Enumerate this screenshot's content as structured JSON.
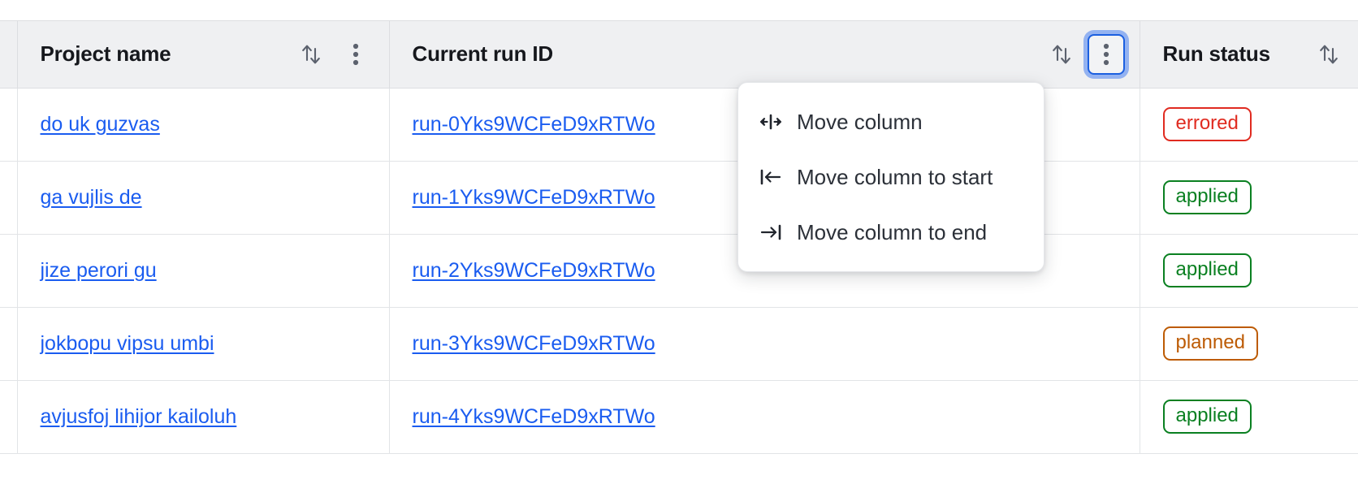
{
  "table": {
    "columns": [
      {
        "id": "project_name",
        "label": "Project name",
        "sort_icon": "sort-arrows-icon",
        "has_menu": true,
        "menu_icon": "kebab-menu-icon",
        "menu_focused": false
      },
      {
        "id": "current_run_id",
        "label": "Current run ID",
        "sort_icon": "sort-arrows-icon",
        "has_menu": true,
        "menu_icon": "kebab-menu-icon",
        "menu_focused": true
      },
      {
        "id": "run_status",
        "label": "Run status",
        "sort_icon": "sort-arrows-icon",
        "has_menu": false,
        "menu_icon": "",
        "menu_focused": false
      }
    ],
    "rows": [
      {
        "project_name": "do uk guzvas",
        "current_run_id": "run-0Yks9WCFeD9xRTWo",
        "run_status": "errored",
        "status_kind": "errored"
      },
      {
        "project_name": "ga vujlis de",
        "current_run_id": "run-1Yks9WCFeD9xRTWo",
        "run_status": "applied",
        "status_kind": "applied"
      },
      {
        "project_name": "jize perori gu",
        "current_run_id": "run-2Yks9WCFeD9xRTWo",
        "run_status": "applied",
        "status_kind": "applied"
      },
      {
        "project_name": "jokbopu vipsu umbi",
        "current_run_id": "run-3Yks9WCFeD9xRTWo",
        "run_status": "planned",
        "status_kind": "planned"
      },
      {
        "project_name": "avjusfoj lihijor kailoluh",
        "current_run_id": "run-4Yks9WCFeD9xRTWo",
        "run_status": "applied",
        "status_kind": "applied"
      }
    ]
  },
  "column_menu": {
    "open_for_column": "Current run ID",
    "items": [
      {
        "label": "Move column",
        "icon": "move-column-icon"
      },
      {
        "label": "Move column to start",
        "icon": "move-to-start-icon"
      },
      {
        "label": "Move column to end",
        "icon": "move-to-end-icon"
      }
    ]
  },
  "colors": {
    "link": "#1a5cf0",
    "header_bg": "#eff0f2",
    "border": "#e2e4e7",
    "status_errored": "#e02b20",
    "status_applied": "#0a8021",
    "status_planned": "#bd5b04",
    "focus_ring": "#1b5fe0"
  }
}
